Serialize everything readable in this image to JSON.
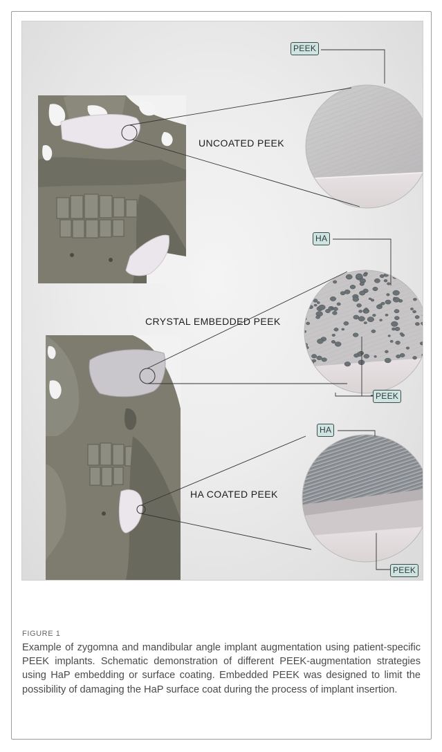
{
  "figure": {
    "labels": {
      "uncoated": "UNCOATED PEEK",
      "crystal": "CRYSTAL EMBEDDED PEEK",
      "ha_coated": "HA COATED PEEK"
    },
    "tags": {
      "peek_top": "PEEK",
      "ha_middle": "HA",
      "peek_middle": "PEEK",
      "ha_bottom": "HA",
      "peek_bottom": "PEEK"
    },
    "colors": {
      "bone": "#7d7c6f",
      "implant": "#ebe6ec",
      "tag_fill": "#cfe3e0",
      "leader_line": "#333333",
      "ha_crystal": "#6b7276"
    }
  },
  "caption": {
    "title": "FIGURE 1",
    "text": "Example of zygomna and mandibular angle implant augmentation using patient-specific PEEK implants. Schematic demonstration of different PEEK-augmentation strategies using HaP embedding or surface coating. Embedded PEEK was designed to limit the possibility of damaging the HaP surface coat during the process of implant insertion."
  }
}
